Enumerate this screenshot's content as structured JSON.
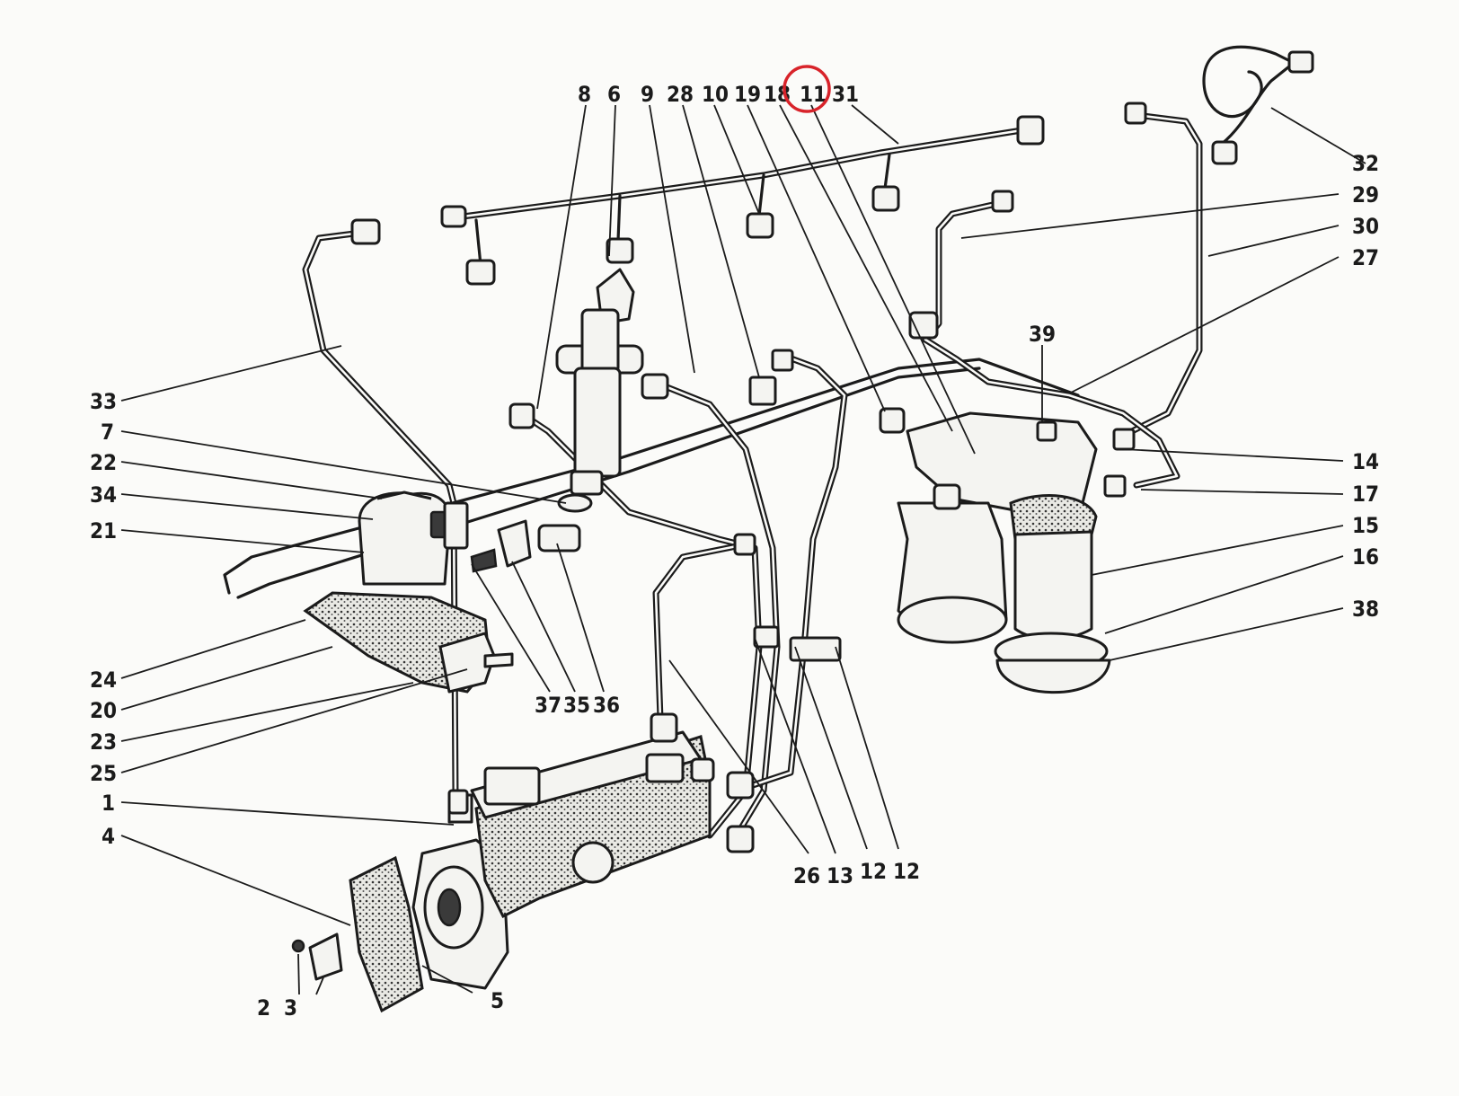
{
  "figure": {
    "type": "exploded parts diagram",
    "subject": "fuel injection pump and fuel lines"
  },
  "callouts": {
    "top": [
      "8",
      "6",
      "9",
      "28",
      "10",
      "19",
      "18",
      "11",
      "31"
    ],
    "right": [
      "32",
      "29",
      "30",
      "27",
      "39",
      "14",
      "17",
      "15",
      "16",
      "38"
    ],
    "left": [
      "33",
      "7",
      "22",
      "34",
      "21",
      "24",
      "20",
      "23",
      "25",
      "1",
      "4"
    ],
    "bottom": [
      "37",
      "35",
      "36",
      "26",
      "13",
      "12",
      "12",
      "2",
      "3",
      "5"
    ]
  },
  "highlight": {
    "label": "11",
    "color": "#d8232a",
    "shape": "circle"
  }
}
